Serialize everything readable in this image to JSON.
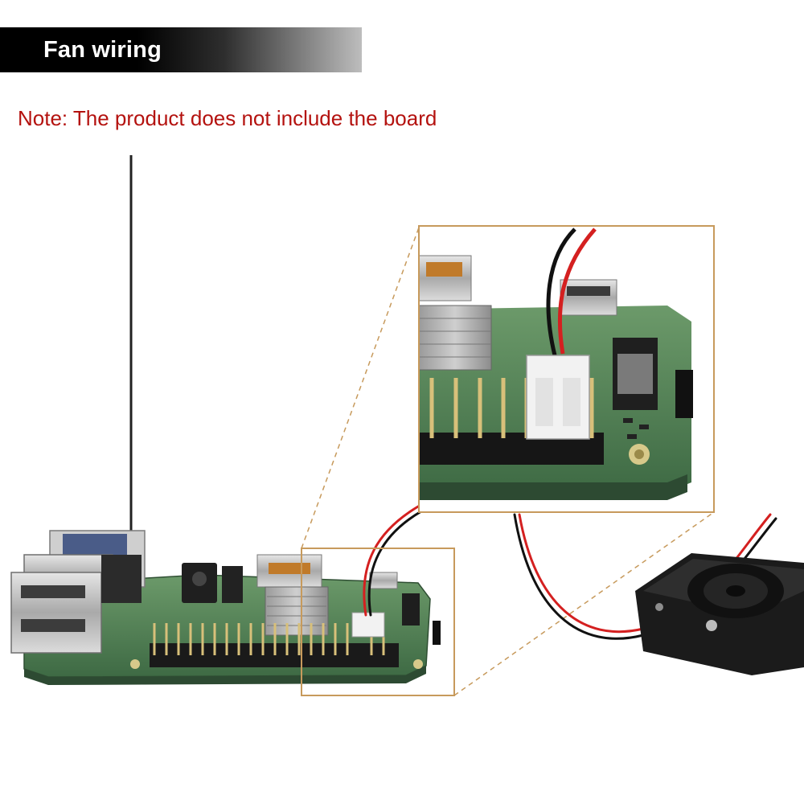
{
  "banner": {
    "title": "Fan wiring"
  },
  "note": {
    "text": "Note: The product does not include the board"
  },
  "colors": {
    "note_red": "#b4120f",
    "pcb_green": "#4f7b52",
    "callout_frame": "#c79a5c",
    "wire_red": "#d42020",
    "wire_black": "#111111",
    "connector_white": "#f2f2f2"
  },
  "icons": {
    "board": "single-board-computer",
    "fan": "cooling-fan",
    "connector": "jst-connector",
    "magnifier": "zoom-callout"
  }
}
